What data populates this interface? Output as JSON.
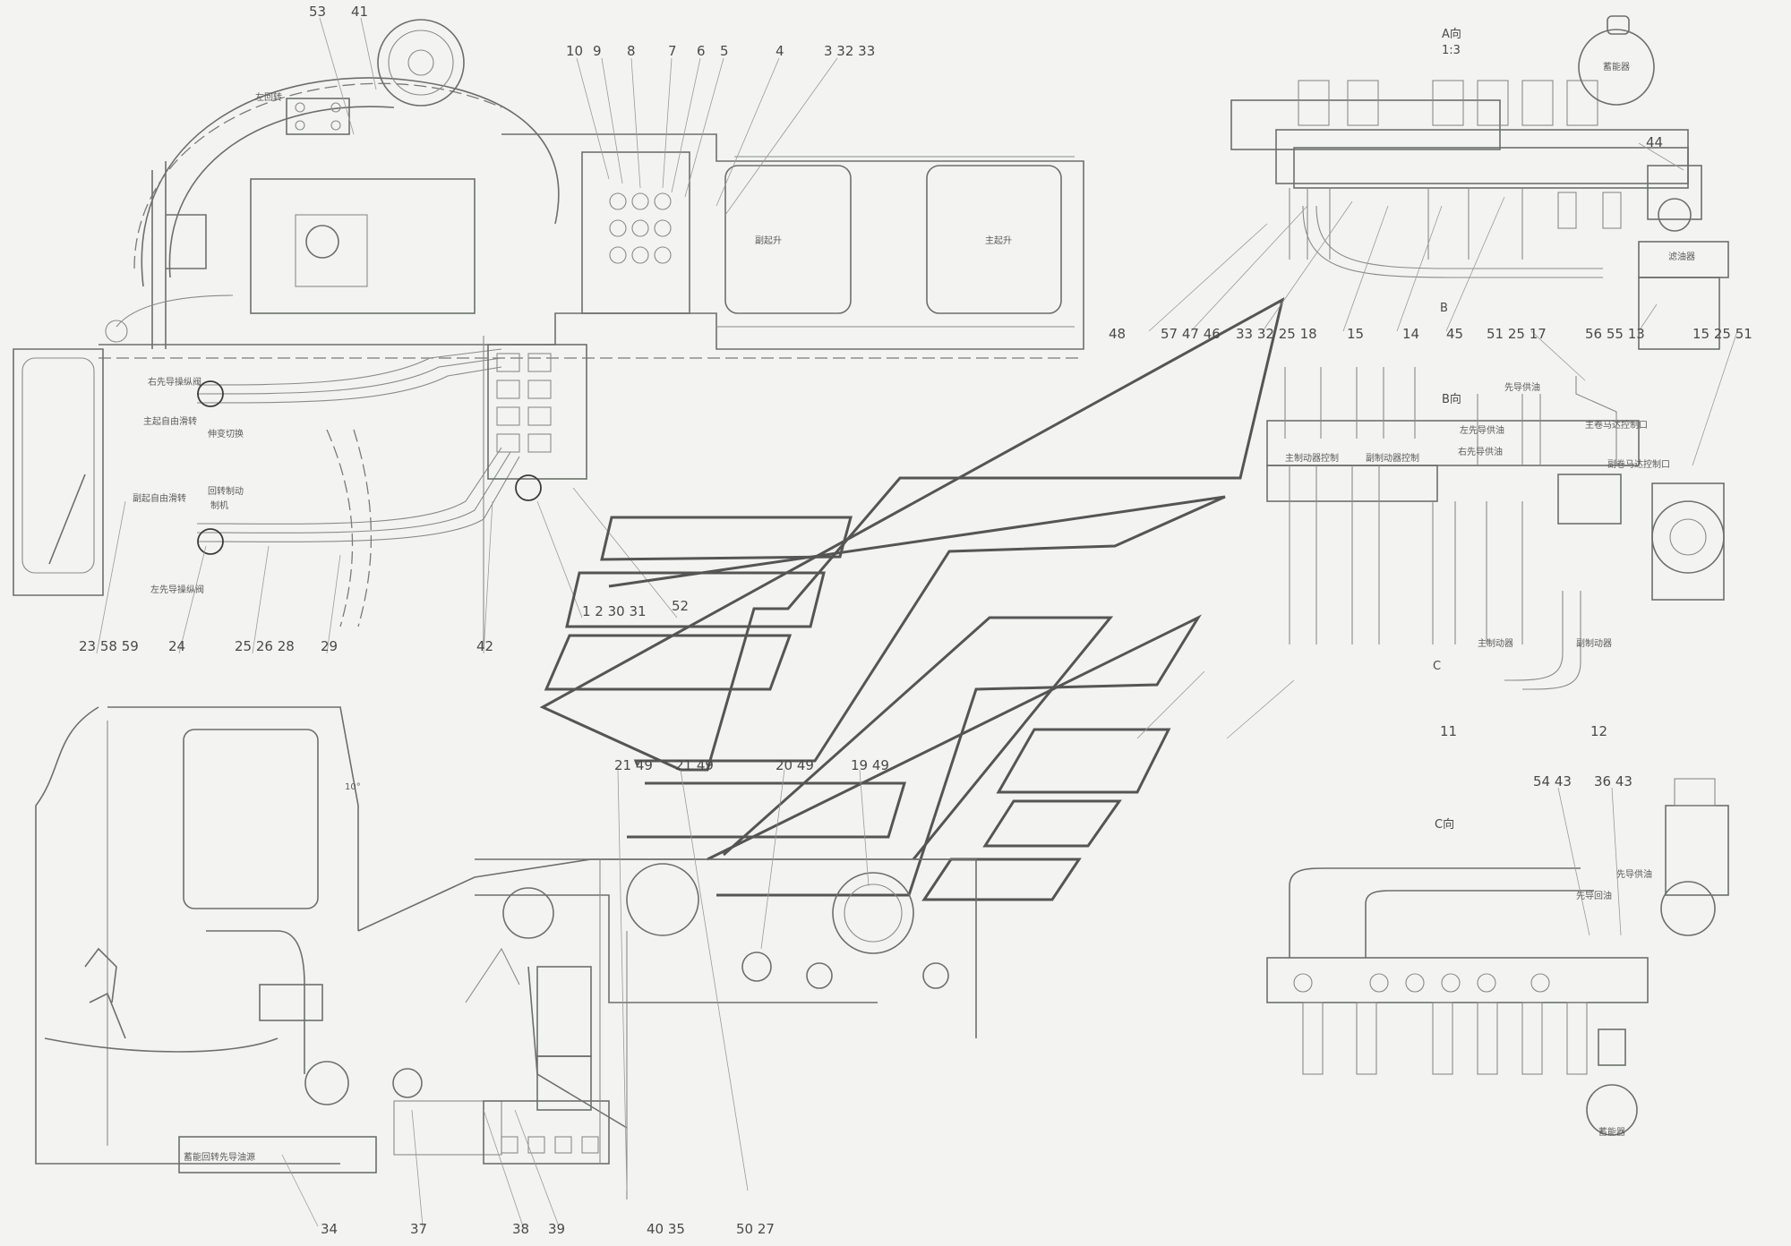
{
  "callouts_top": [
    "53",
    "41",
    "10",
    "9",
    "8",
    "7",
    "6",
    "5",
    "4",
    "3 32 33"
  ],
  "callouts_left_bottom": [
    "23 58 59",
    "24",
    "25 26 28",
    "29",
    "42",
    "1 2 30 31",
    "52"
  ],
  "callouts_right_a": [
    "48",
    "57 47 46",
    "33 32 25 18",
    "15",
    "14",
    "45",
    "51 25 17",
    "56 55 13",
    "15 25 51"
  ],
  "callouts_right_b": [
    "11",
    "12"
  ],
  "callouts_lower_view": [
    "21 49",
    "21 49",
    "20 49",
    "19 49",
    "34",
    "37",
    "38",
    "39",
    "40 35",
    "50 27"
  ],
  "callouts_c_view": [
    "54 43",
    "36 43",
    "44"
  ],
  "view_labels": {
    "view_a": "A向",
    "view_a_scale": "1:3",
    "view_b": "B向",
    "view_c": "C向",
    "arrow_b": "B",
    "arrow_c": "C",
    "angle": "10°"
  },
  "part_labels_top": {
    "left_rotary": "左回转",
    "aux_winch": "副起升",
    "main_winch": "主起升",
    "right_pilot": "右先导操纵阀",
    "main_free_fall": "主起自由滑转",
    "telescope_switch": "伸变切换",
    "aux_free_fall": "副起自由滑转",
    "rotary_brake": "回转制动",
    "brake": "制机",
    "left_pilot": "左先导操纵阀"
  },
  "part_labels_right": {
    "accumulator": "蓄能器",
    "oil_filter": "滤油器",
    "main_brake_ctrl": "主制动器控制",
    "aux_brake_ctrl": "副制动器控制",
    "pilot_oil": "先导供油",
    "left_pilot_oil": "左先导供油",
    "right_pilot_oil": "右先导供油",
    "main_winch_brake": "主卷马达控制口",
    "aux_winch_brake": "副卷马达控制口",
    "main_brake": "主制动器",
    "aux_brake_2": "副制动器",
    "pilot_return": "先导回油",
    "pilot_oil_out": "先导供油"
  },
  "part_labels_lower": {
    "rotary_pilot": "蓄能回转先导油源"
  }
}
